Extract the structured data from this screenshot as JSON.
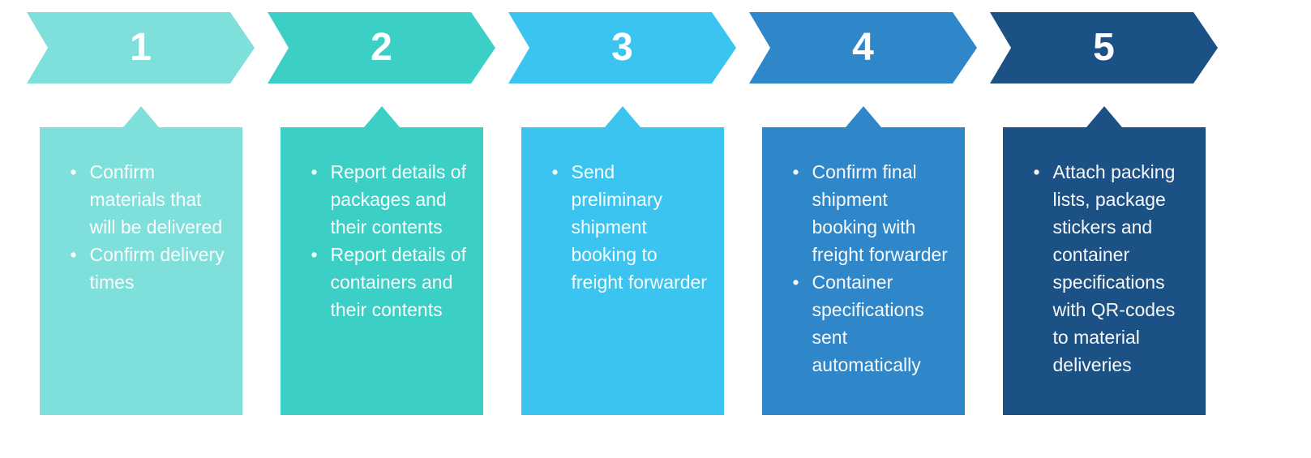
{
  "background": "#FFFFFF",
  "text_color": "#FFFFFF",
  "steps": [
    {
      "number": "1",
      "color": "#7FE0DB",
      "bullets": [
        "Confirm materials that will be delivered",
        "Confirm delivery times"
      ]
    },
    {
      "number": "2",
      "color": "#3CCFC6",
      "bullets": [
        "Report details of packages and their contents",
        "Report details of containers and their contents"
      ]
    },
    {
      "number": "3",
      "color": "#3AC4EF",
      "bullets": [
        "Send preliminary shipment booking to freight forwarder"
      ]
    },
    {
      "number": "4",
      "color": "#2F86C9",
      "bullets": [
        "Confirm final shipment booking with freight forwarder",
        "Container specifications sent automatically"
      ]
    },
    {
      "number": "5",
      "color": "#1C5185",
      "bullets": [
        "Attach packing lists, package stickers and container specifications with QR-codes to material deliveries"
      ]
    }
  ]
}
